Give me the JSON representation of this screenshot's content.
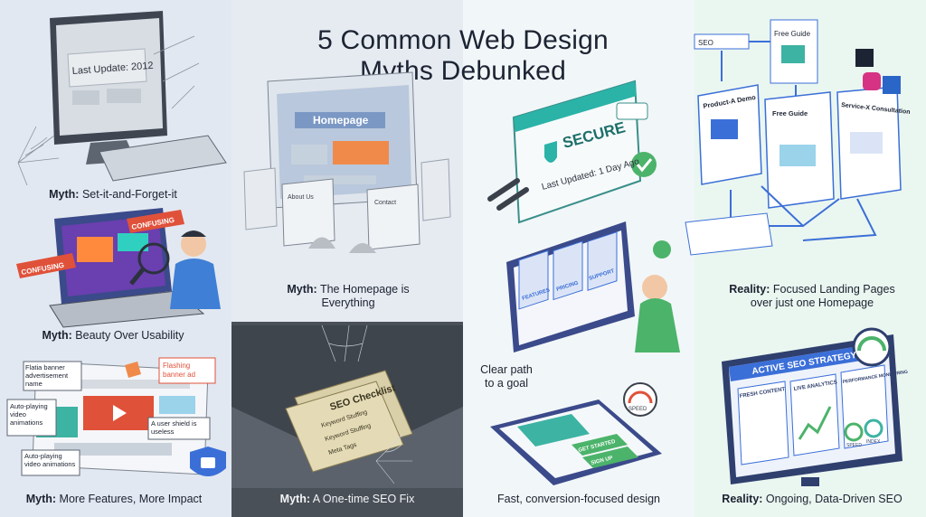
{
  "title": {
    "line1": "5 Common Web Design",
    "line2": "Myths Debunked"
  },
  "colors": {
    "teal": "#2bb3a8",
    "blue": "#3b6fd8",
    "orange": "#f08a4b",
    "red": "#e0513a",
    "green": "#4cb36a",
    "dark": "#4a5058"
  },
  "myths": {
    "set_forget": {
      "prefix": "Myth:",
      "text": " Set-it-and-Forget-it",
      "screen": "Last Update: 2012"
    },
    "beauty": {
      "prefix": "Myth:",
      "text": " Beauty Over Usability",
      "tag1": "CONFUSING",
      "tag2": "CONFUSING"
    },
    "features": {
      "prefix": "Myth:",
      "text": " More Features, More Impact",
      "note1": "Flatia banner advertisement name",
      "note2": "Flashing banner ad",
      "note3": "Auto-playing video animations",
      "note4": "A user shield is useless",
      "note5": "Auto-playing video animations"
    },
    "homepage": {
      "prefix": "Myth:",
      "text": " The Homepage is",
      "text2": "Everything",
      "screen": "Homepage",
      "sub1": "About Us",
      "sub2": "Contact"
    },
    "seo_fix": {
      "prefix": "Myth:",
      "text": " A One-time SEO Fix",
      "checklist_title": "SEO Checklist",
      "item1": "Keyword Stuffing",
      "item2": "Keyword Stuffing",
      "item3": "Meta Tags"
    }
  },
  "realities": {
    "secure": {
      "badge": "SECURE",
      "updated": "Last Updated: 1 Day Ago"
    },
    "clear_path": {
      "caption1": "Clear path",
      "caption2": "to a goal",
      "col1": "FEATURES",
      "col2": "PRICING",
      "col3": "SUPPORT"
    },
    "fast": {
      "text": "Fast, conversion-focused design",
      "gauge": "SPEED",
      "cta1": "GET STARTED",
      "cta2": "SIGN UP"
    },
    "landing": {
      "prefix": "Reality:",
      "text": " Focused Landing Pages",
      "text2": "over just one Homepage",
      "search": "SEO",
      "guide_top": "Free Guide",
      "page1": "Product-A Demo",
      "page2": "Free Guide",
      "page3": "Service-X Consultation"
    },
    "ongoing": {
      "prefix": "Reality:",
      "text": " Ongoing, Data-Driven SEO",
      "strategy": "ACTIVE SEO STRATEGY",
      "tile1": "FRESH CONTENT",
      "tile2": "LIVE ANALYTICS",
      "tile3": "PERFORMANCE MONITORING",
      "g1": "SPEED",
      "g2": "INDEX"
    }
  }
}
